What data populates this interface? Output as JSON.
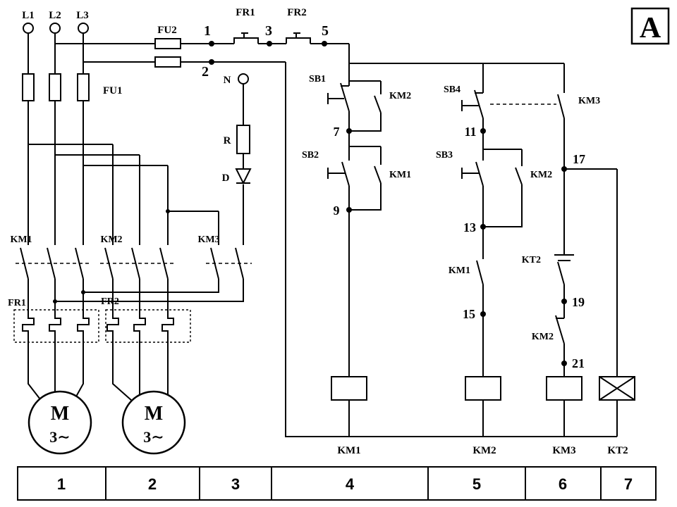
{
  "corner": {
    "letter": "A"
  },
  "power": {
    "phase_l1": "L1",
    "phase_l2": "L2",
    "phase_l3": "L3",
    "fuse_fu1": "FU1",
    "fuse_fu2": "FU2",
    "contactor_km1": "KM1",
    "contactor_km2": "KM2",
    "contactor_km3": "KM3",
    "thermal_fr1": "FR1",
    "thermal_fr2": "FR2",
    "neutral": "N",
    "resistor": "R",
    "diode": "D",
    "motor1_letter": "M",
    "motor1_phase": "3∼",
    "motor2_letter": "M",
    "motor2_phase": "3∼"
  },
  "top_row": {
    "thermal_fr1": "FR1",
    "thermal_fr2": "FR2"
  },
  "nodes": {
    "n1": "1",
    "n2": "2",
    "n3": "3",
    "n5": "5",
    "n7": "7",
    "n9": "9",
    "n11": "11",
    "n13": "13",
    "n15": "15",
    "n17": "17",
    "n19": "19",
    "n21": "21"
  },
  "control": {
    "button_sb1": "SB1",
    "button_sb2": "SB2",
    "button_sb3": "SB3",
    "button_sb4": "SB4",
    "km2_parallel": "KM2",
    "km1_seal": "KM1",
    "km2_seal": "KM2",
    "km1_series": "KM1",
    "km3_aux": "KM3",
    "kt2_contact": "KT2",
    "km2_interlock": "KM2"
  },
  "coils": {
    "km1": "KM1",
    "km2": "KM2",
    "km3": "KM3",
    "kt2": "KT2"
  },
  "footer": {
    "cells": [
      "1",
      "2",
      "3",
      "4",
      "5",
      "6",
      "7"
    ]
  }
}
